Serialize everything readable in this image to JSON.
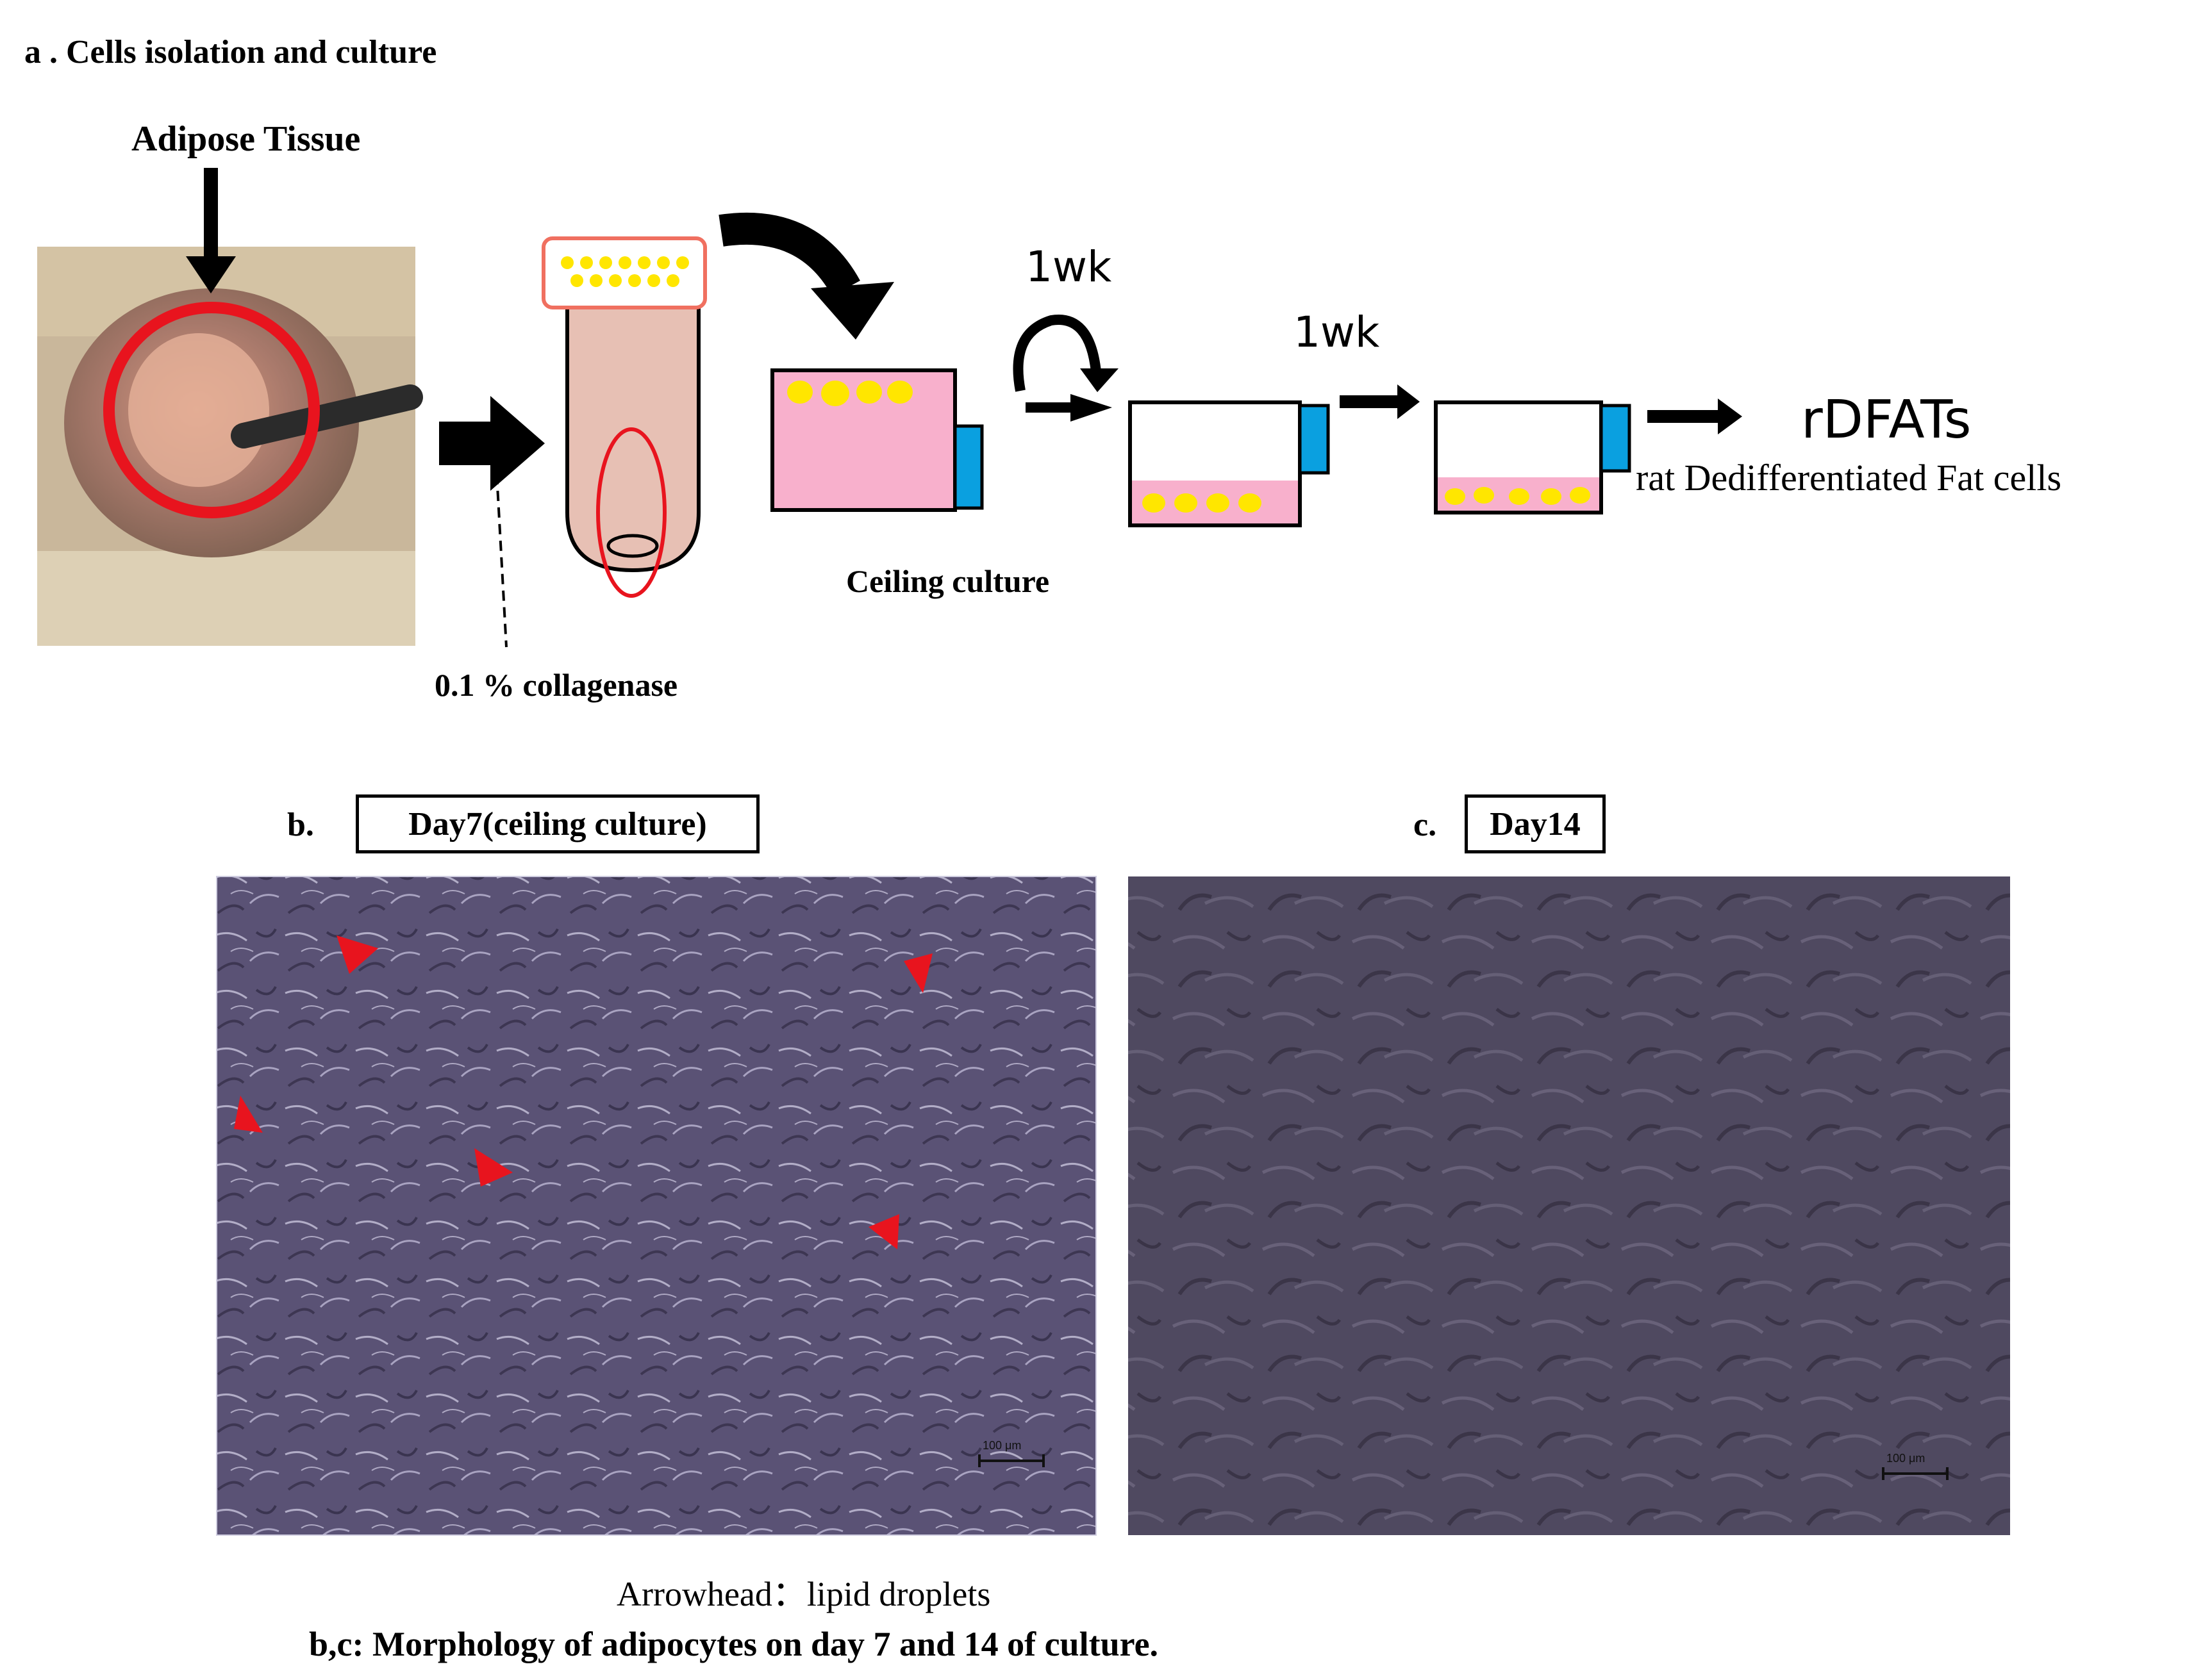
{
  "panel_a": {
    "title": "a . Cells isolation and culture",
    "adipose_label": "Adipose Tissue",
    "collagenase_label": "0.1 % collagenase",
    "ceiling_label": "Ceiling culture",
    "week_label_1": "1wk",
    "week_label_2": "1wk",
    "result_label": "rDFATs",
    "result_full_label": "rat Dedifferentiated Fat cells"
  },
  "panel_b": {
    "letter": "b.",
    "title": "Day7(ceiling culture)",
    "scale_bar": "100 μm"
  },
  "panel_c": {
    "letter": "c.",
    "title": "Day14",
    "scale_bar": "100 μm"
  },
  "footer": {
    "arrowhead_note": "Arrowhead：lipid droplets",
    "caption": "b,c: Morphology of adipocytes on day 7 and 14 of culture."
  },
  "colors": {
    "medium_pink": "#f8b0cc",
    "fat_yellow": "#ffe600",
    "cap_blue": "#0aa0e0",
    "highlight_red": "#e8141e",
    "tube_fill": "#e7c0b4",
    "micro_bg": "#5a5270"
  }
}
